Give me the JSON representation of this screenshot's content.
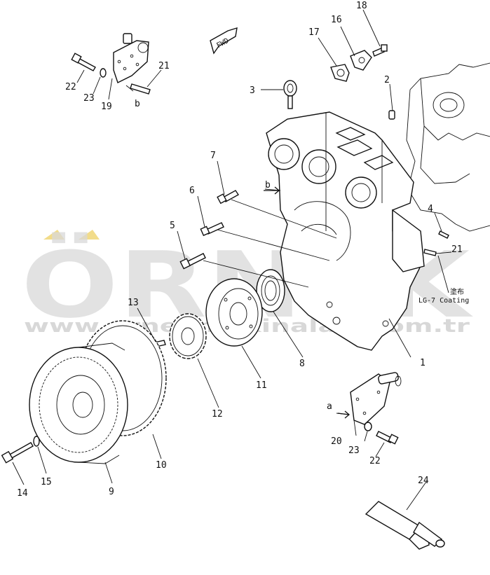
{
  "fwd_marker": "FWD",
  "letters": {
    "a": "a",
    "b1": "b",
    "b2": "b"
  },
  "callouts": [
    {
      "id": "c1",
      "text": "1"
    },
    {
      "id": "c2",
      "text": "2"
    },
    {
      "id": "c3",
      "text": "3"
    },
    {
      "id": "c4",
      "text": "4"
    },
    {
      "id": "c5",
      "text": "5"
    },
    {
      "id": "c6",
      "text": "6"
    },
    {
      "id": "c7",
      "text": "7"
    },
    {
      "id": "c8",
      "text": "8"
    },
    {
      "id": "c9",
      "text": "9"
    },
    {
      "id": "c10",
      "text": "10"
    },
    {
      "id": "c11",
      "text": "11"
    },
    {
      "id": "c12",
      "text": "12"
    },
    {
      "id": "c13",
      "text": "13"
    },
    {
      "id": "c14",
      "text": "14"
    },
    {
      "id": "c15",
      "text": "15"
    },
    {
      "id": "c16",
      "text": "16"
    },
    {
      "id": "c17",
      "text": "17"
    },
    {
      "id": "c18",
      "text": "18"
    },
    {
      "id": "c19",
      "text": "19"
    },
    {
      "id": "c20",
      "text": "20"
    },
    {
      "id": "c21a",
      "text": "21"
    },
    {
      "id": "c21b",
      "text": "21"
    },
    {
      "id": "c22a",
      "text": "22"
    },
    {
      "id": "c22b",
      "text": "22"
    },
    {
      "id": "c23a",
      "text": "23"
    },
    {
      "id": "c23b",
      "text": "23"
    },
    {
      "id": "c24",
      "text": "24"
    }
  ],
  "coating_note": {
    "jp": "塗布",
    "en": "LG-7 Coating"
  },
  "watermark": {
    "brand": "ÖRNEK",
    "url": "www.ornekmakinalari.com.tr",
    "accent": "#f2dc8a"
  }
}
